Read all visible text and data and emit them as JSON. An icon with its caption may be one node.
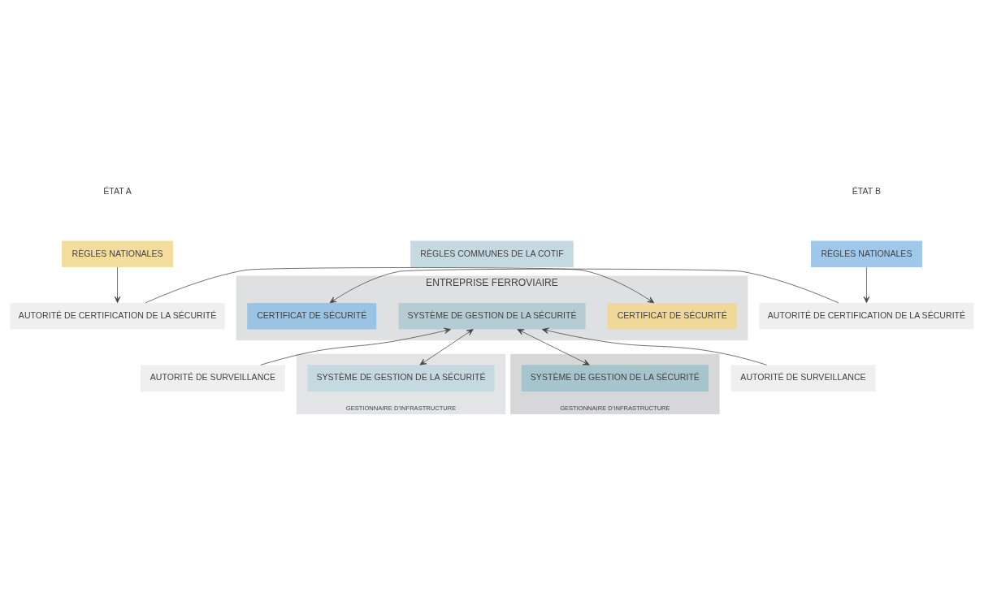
{
  "diagram": {
    "nodes": [
      {
        "text": [
          "RÈGLES NATIONALES"
        ]
      },
      {
        "text": [
          "RÈGLES COMMUNES DE LA COTIF"
        ]
      },
      {
        "text": [
          "RÈGLES NATIONALES"
        ]
      },
      {
        "text": [
          "AUTORITÉ DE CERTIFICATION DE LA SÉCURITÉ"
        ]
      },
      {
        "text": [
          "ENTREPRISE FERROVIAIRE"
        ]
      },
      {
        "text": [
          "CERTIFICAT DE SÉCURITÉ"
        ],
        "in": 4
      },
      {
        "text": [
          "SYSTÈME DE GESTION DE LA SÉCURITÉ"
        ],
        "in": 4
      },
      {
        "text": [
          "CERTIFICAT DE SÉCURITÉ"
        ],
        "in": 4
      },
      {
        "text": [
          "AUTORITÉ DE CERTIFICATION DE LA SÉCURITÉ"
        ]
      },
      {
        "text": [
          "AUTORITÉ DE SURVEILLANCE"
        ]
      },
      {
        "text": [
          "GESTIONNAIRE D’INFRASTRUCTURE"
        ]
      },
      {
        "text": [
          "SYSTÈME DE GESTION DE LA SÉCURITÉ"
        ],
        "in": 10
      },
      {
        "text": [
          "GESTIONNAIRE D’INFRASTRUCTURE"
        ]
      },
      {
        "text": [
          "SYSTÈME DE GESTION DE LA SÉCURITÉ"
        ],
        "in": 12
      },
      {
        "text": [
          "AUTORITÉ DE SURVEILLANCE"
        ]
      }
    ],
    "edges": [
      {
        "from": 0,
        "to": 3,
        "arrow": "to"
      },
      {
        "from": 2,
        "to": 8,
        "arrow": "to"
      },
      {
        "from": 3,
        "to": 5,
        "arrow": "to"
      },
      {
        "from": 8,
        "to": 7,
        "arrow": "to"
      },
      {
        "from": 9,
        "to": 6,
        "arrow": "to"
      },
      {
        "from": 14,
        "to": 6,
        "arrow": "to"
      },
      {
        "from": 6,
        "to": 11,
        "arrow": "both"
      },
      {
        "from": 6,
        "to": 13,
        "arrow": "both"
      }
    ],
    "labels": [
      "ÉTAT A",
      "ÉTAT B"
    ]
  }
}
